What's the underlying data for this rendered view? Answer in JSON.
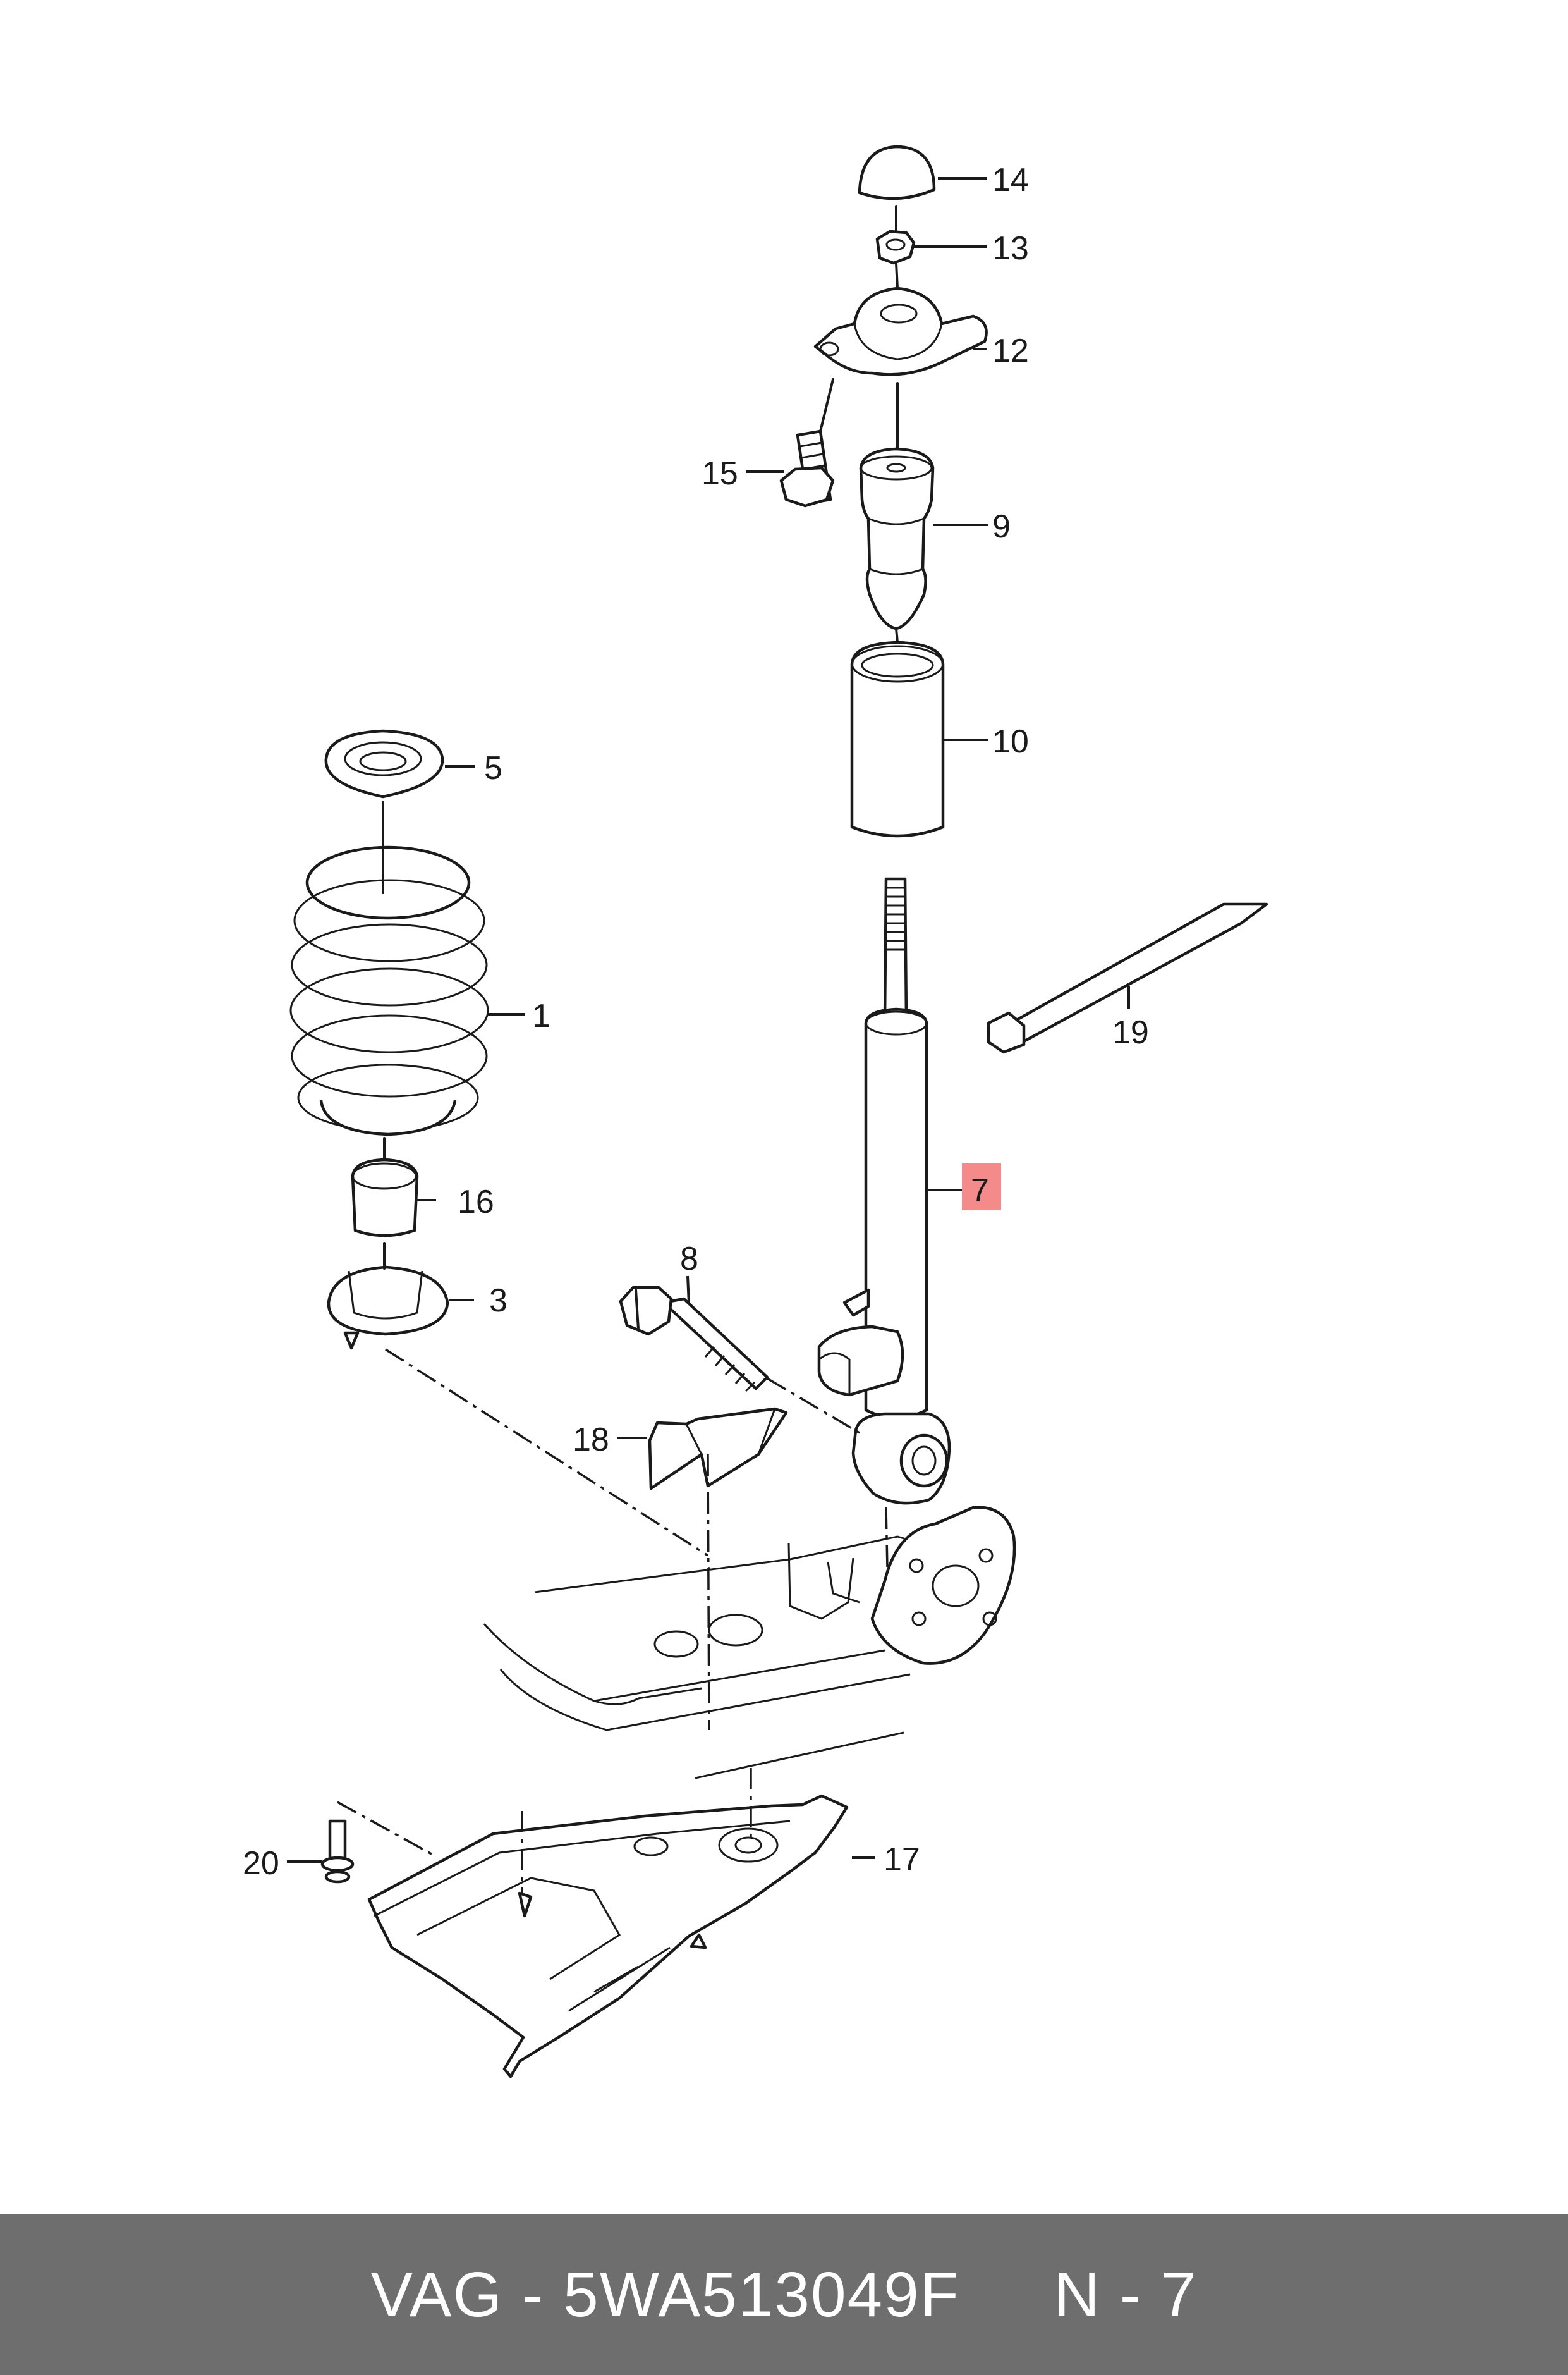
{
  "callouts": {
    "c1": "1",
    "c3": "3",
    "c5": "5",
    "c7": "7",
    "c8": "8",
    "c9": "9",
    "c10": "10",
    "c12": "12",
    "c13": "13",
    "c14": "14",
    "c15": "15",
    "c16": "16",
    "c17": "17",
    "c18": "18",
    "c19": "19",
    "c20": "20"
  },
  "highlight": {
    "part": "7",
    "color": "#f48a8a"
  },
  "footer": {
    "text": "VAG - 5WA513049F     N - 7",
    "background": "#6e6e6e",
    "color": "#ffffff"
  }
}
